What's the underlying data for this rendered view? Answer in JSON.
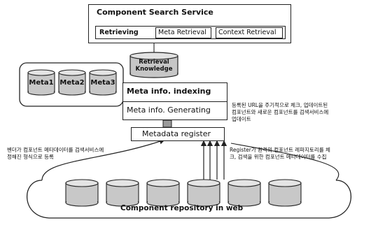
{
  "service": {
    "title": "Component Search Service",
    "retrieving_label": "Retrieving",
    "meta_retrieval_label": "Meta Retrieval",
    "context_retrieval_label": "Context Retrieval"
  },
  "knowledge": {
    "retrieval_knowledge_label": "Retrieval\nKnowledge",
    "meta_labels": [
      "Meta1",
      "Meta2",
      "Meta3"
    ]
  },
  "processing": {
    "indexing_label": "Meta info. indexing",
    "generating_label": "Meta info. Generating",
    "metadata_register_label": "Metadata register"
  },
  "notes": {
    "right_upper": "등록된 URL을 주기적으로 체크, 업데이트된\n컴포넌트와 새로운 컴포넌트를 검색서비스에\n업데이트",
    "left_lower": "벤더가 컴포넌트 메타데이터를 검색서비스에\n정해진 형식으로 등록",
    "right_lower": "Register가 원격의 컴포넌트 레파지토리를 체\n크, 검색을 위한 컴포넌트 메타데이터를 수집"
  },
  "repository": {
    "label": "Component repository in web",
    "cylinder_count": 6
  }
}
